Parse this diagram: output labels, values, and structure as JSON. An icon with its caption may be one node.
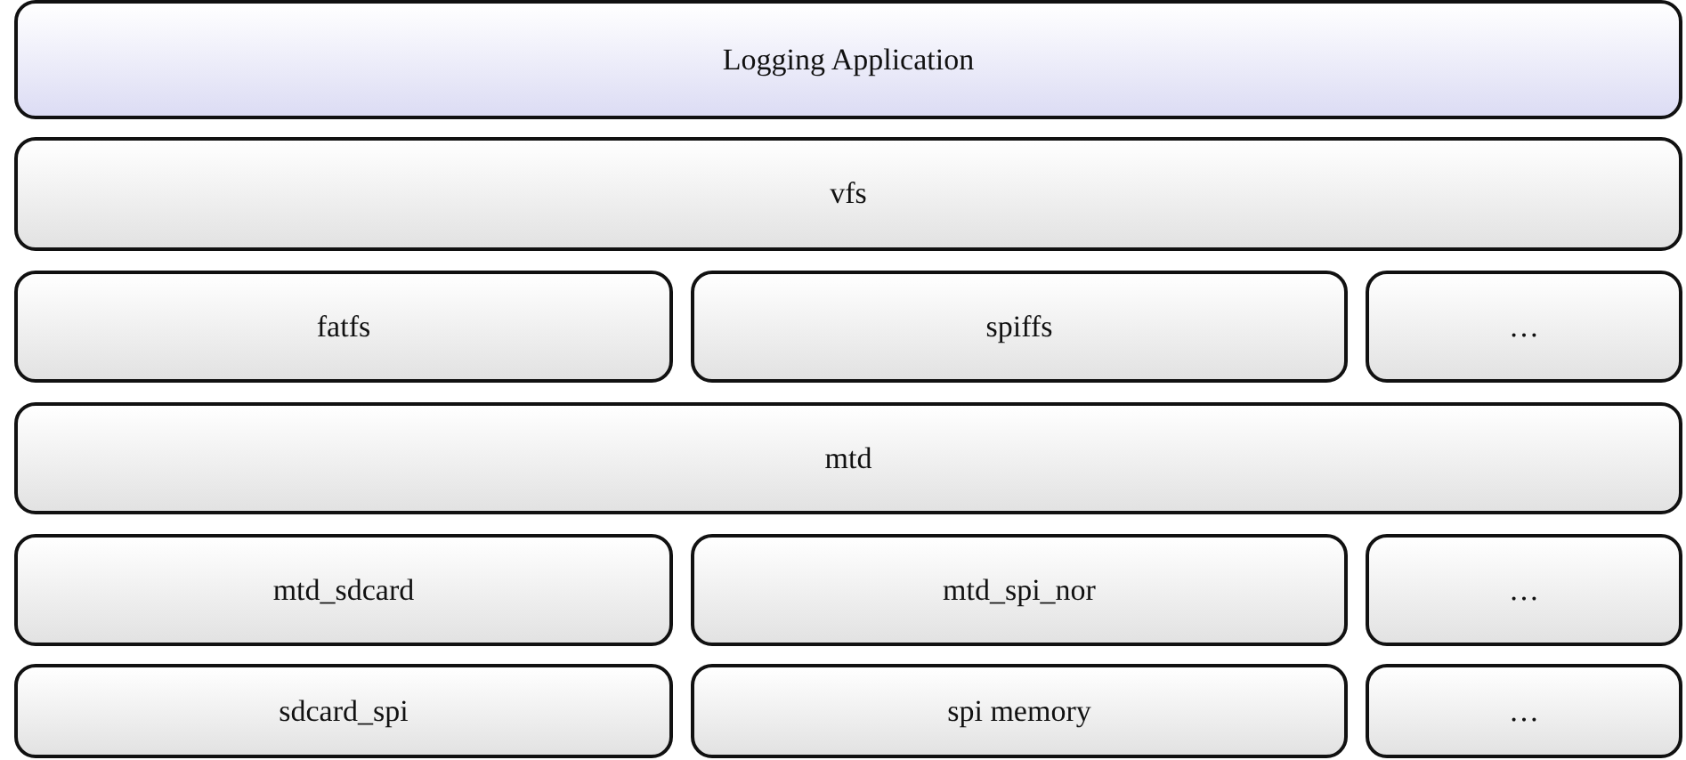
{
  "diagram": {
    "nodes": [
      {
        "text": [
          "Logging Application"
        ]
      },
      {
        "text": [
          "vfs"
        ]
      },
      {
        "text": [
          "fatfs"
        ]
      },
      {
        "text": [
          "spiffs"
        ]
      },
      {
        "text": [
          "…"
        ]
      },
      {
        "text": [
          "mtd"
        ]
      },
      {
        "text": [
          "mtd_sdcard"
        ]
      },
      {
        "text": [
          "mtd_spi_nor"
        ]
      },
      {
        "text": [
          "…"
        ]
      },
      {
        "text": [
          "sdcard_spi"
        ]
      },
      {
        "text": [
          "spi memory"
        ]
      },
      {
        "text": [
          "…"
        ]
      }
    ]
  }
}
